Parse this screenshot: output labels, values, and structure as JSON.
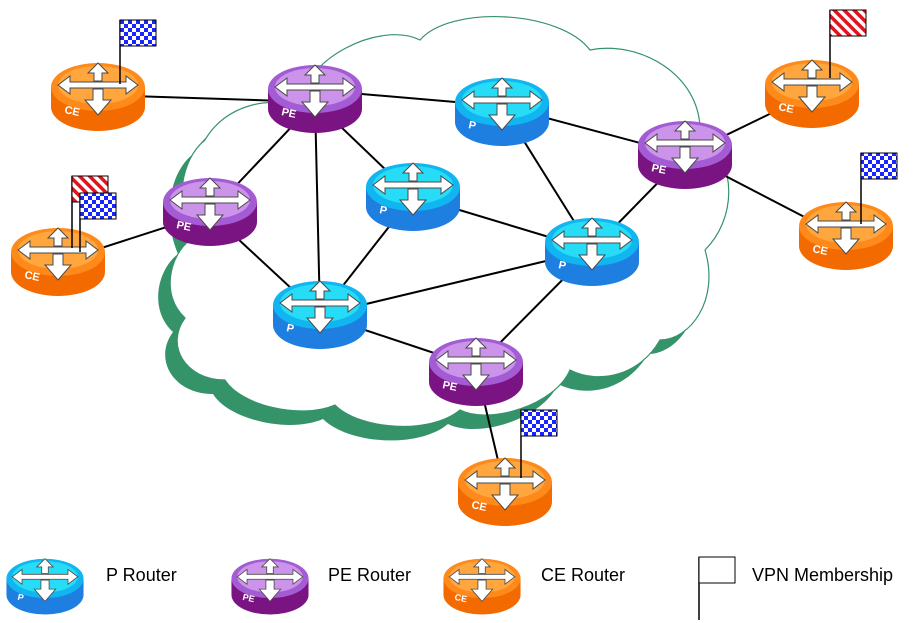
{
  "router_types": {
    "P": {
      "tag": "P",
      "top": "#2ee8f8",
      "mid": "#11b6f0",
      "side": "#1e7fe0",
      "label": "P Router"
    },
    "PE": {
      "tag": "PE",
      "top": "#d9a6f2",
      "mid": "#a35cd4",
      "side": "#7b1483",
      "label": "PE Router"
    },
    "CE": {
      "tag": "CE",
      "top": "#ffb04a",
      "mid": "#ff8a1c",
      "side": "#f26a00",
      "label": "CE Router"
    }
  },
  "vpn_colors": {
    "blue": {
      "name": "blue-checkered",
      "a": "#1a24ff",
      "b": "#ffffff"
    },
    "red": {
      "name": "red-striped",
      "a": "#e0141e",
      "b": "#ffffff"
    }
  },
  "legend": {
    "p_router": "P Router",
    "pe_router": "PE Router",
    "ce_router": "CE Router",
    "vpn_membership": "VPN Membership"
  }
}
